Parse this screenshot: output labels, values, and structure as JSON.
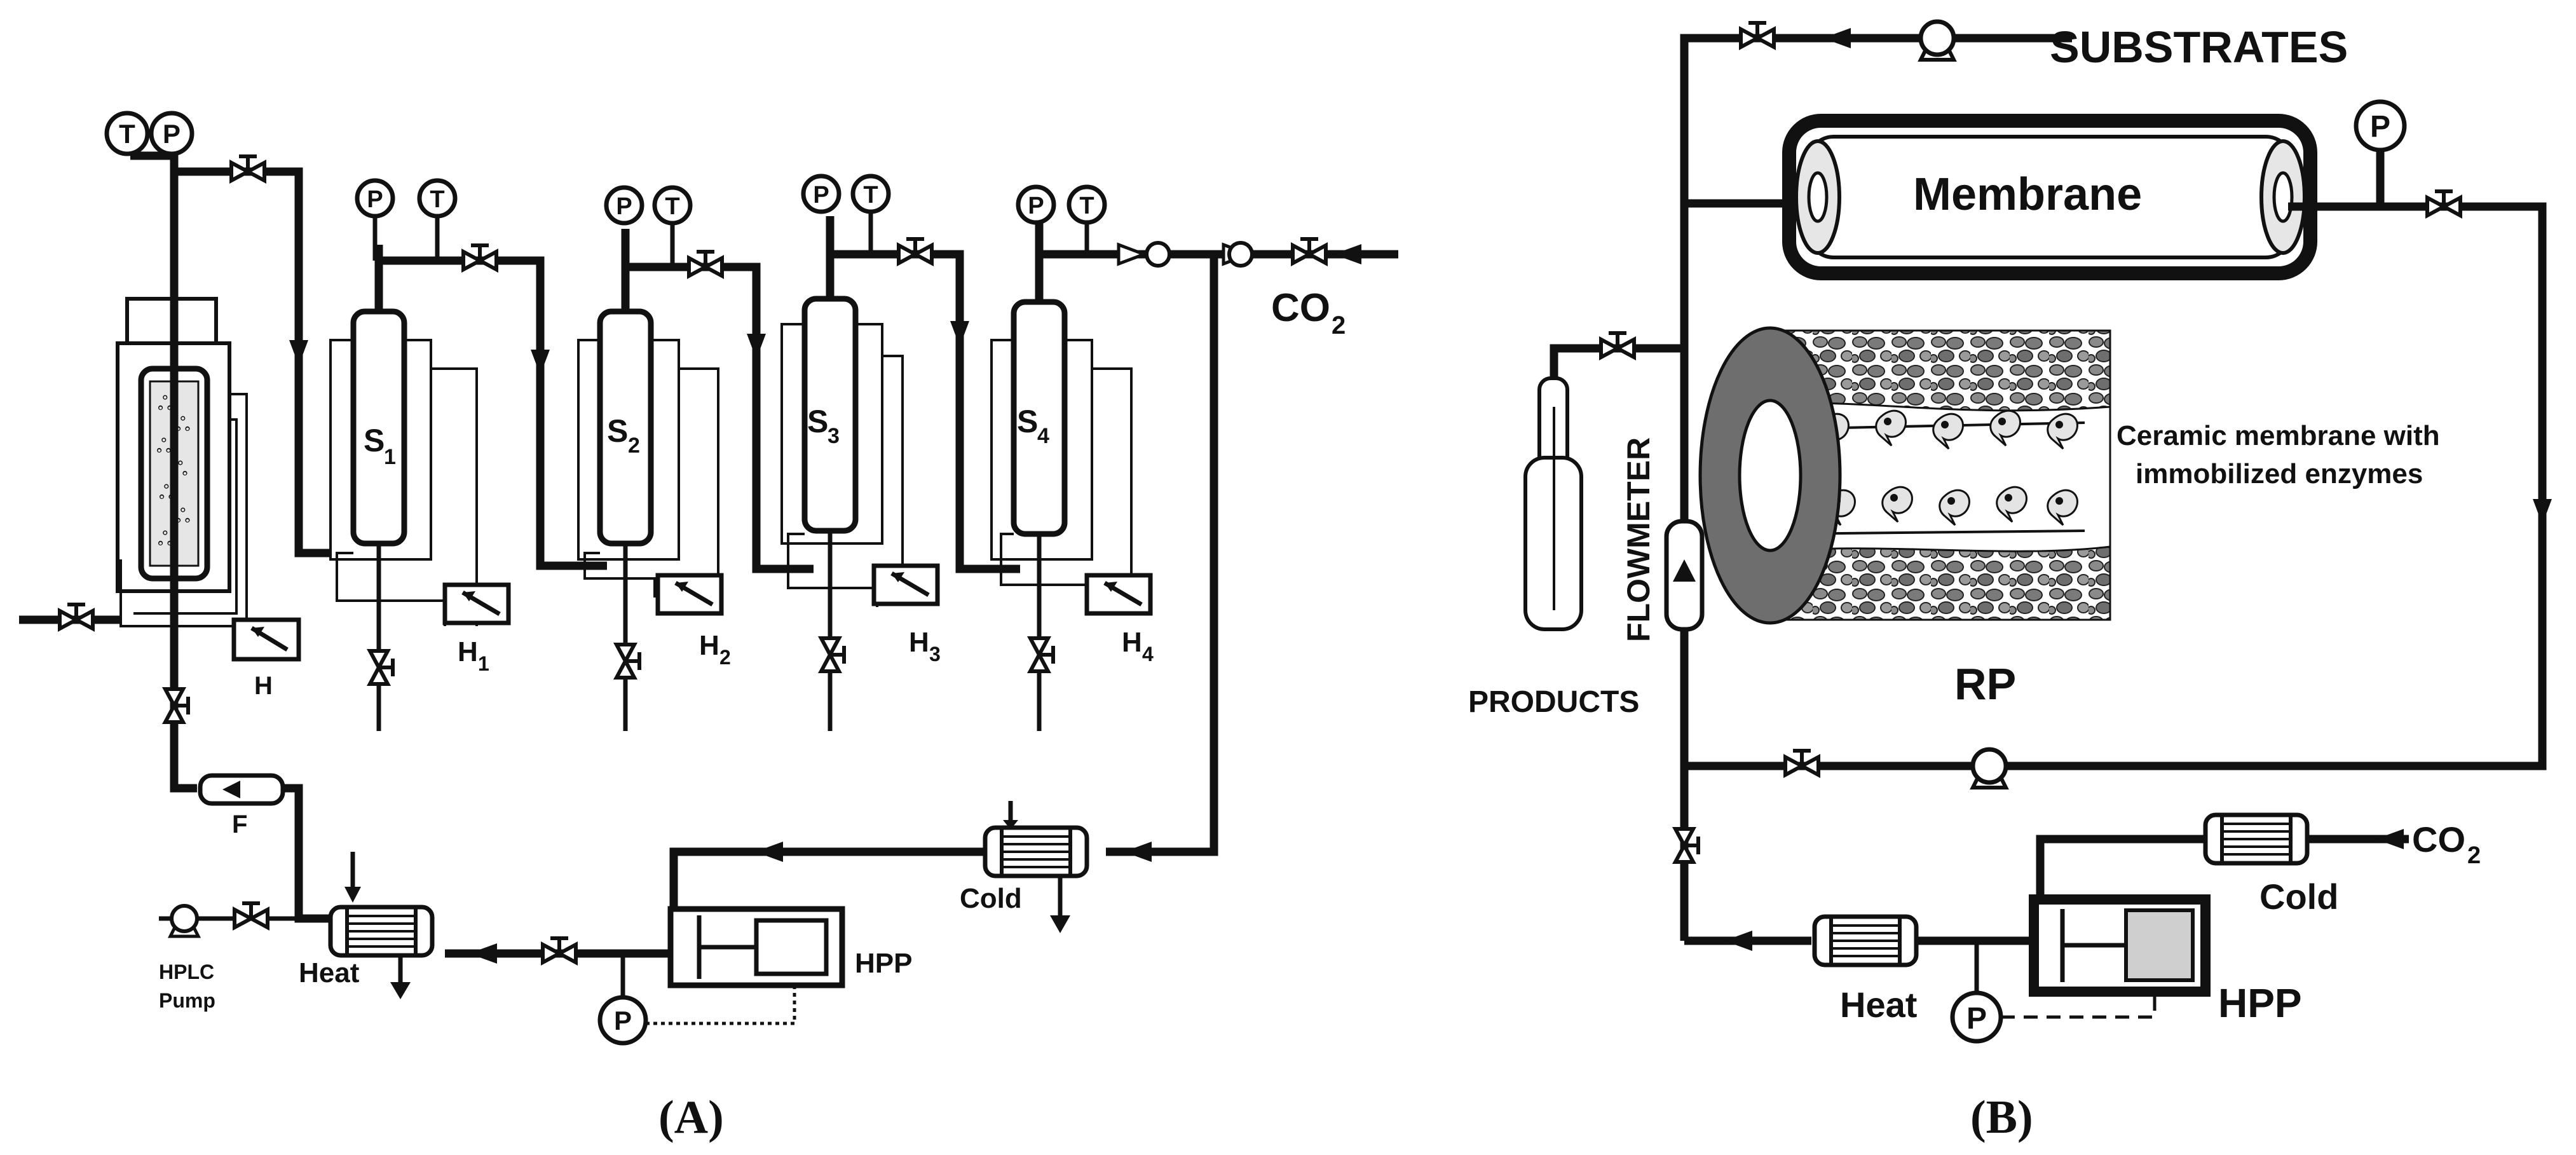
{
  "panel_a": {
    "caption": "(A)",
    "gauges": {
      "temperature": "T",
      "pressure": "P"
    },
    "separators": [
      {
        "main": "S",
        "sub": "1"
      },
      {
        "main": "S",
        "sub": "2"
      },
      {
        "main": "S",
        "sub": "3"
      },
      {
        "main": "S",
        "sub": "4"
      }
    ],
    "heaters": [
      {
        "main": "H",
        "sub": ""
      },
      {
        "main": "H",
        "sub": "1"
      },
      {
        "main": "H",
        "sub": "2"
      },
      {
        "main": "H",
        "sub": "3"
      },
      {
        "main": "H",
        "sub": "4"
      }
    ],
    "co2": {
      "main": "CO",
      "sub": "2"
    },
    "flowmeter_label": "F",
    "hplc_line1": "HPLC",
    "hplc_line2": "Pump",
    "heat_label": "Heat",
    "cold_label": "Cold",
    "hpp_label": "HPP"
  },
  "panel_b": {
    "caption": "(B)",
    "substrates_label": "SUBSTRATES",
    "membrane_label": "Membrane",
    "pressure_symbol": "P",
    "ceramic_line1": "Ceramic membrane with",
    "ceramic_line2": "immobilized enzymes",
    "flowmeter_label": "FLOWMETER",
    "products_label": "PRODUCTS",
    "rp_label": "RP",
    "co2": {
      "main": "CO",
      "sub": "2"
    },
    "cold_label": "Cold",
    "heat_label": "Heat",
    "hpp_label": "HPP"
  }
}
